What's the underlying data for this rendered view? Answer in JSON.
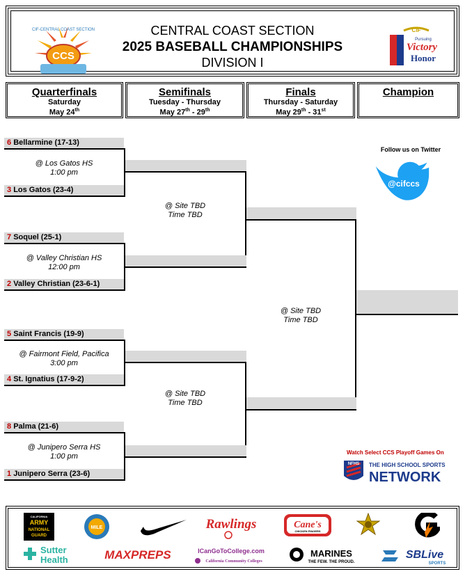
{
  "header": {
    "line1": "CENTRAL COAST SECTION",
    "line2": "2025 BASEBALL CHAMPIONSHIPS",
    "line3": "DIVISION I",
    "ccs_logo_text": "CCS",
    "ccs_ring_text": "CIF-CENTRAL COAST SECTION",
    "cif_logo_text": "CIF",
    "cif_tagline_1": "Pursuing",
    "cif_tagline_2": "Victory",
    "cif_tagline_3": "Honor"
  },
  "rounds": [
    {
      "title": "Quarterfinals",
      "days": "Saturday",
      "dates": "May 24",
      "sup": "th",
      "dates_end": "",
      "sup_end": ""
    },
    {
      "title": "Semifinals",
      "days": "Tuesday - Thursday",
      "dates": "May 27",
      "sup": "th",
      "dates_end": " - 29",
      "sup_end": "th"
    },
    {
      "title": "Finals",
      "days": "Thursday - Saturday",
      "dates": "May 29",
      "sup": "th",
      "dates_end": " - 31",
      "sup_end": "st"
    },
    {
      "title": "Champion",
      "days": "",
      "dates": "",
      "sup": "",
      "dates_end": "",
      "sup_end": ""
    }
  ],
  "quarterfinals": [
    {
      "top": {
        "seed": "6",
        "name": "Bellarmine (17-13)"
      },
      "bottom": {
        "seed": "3",
        "name": "Los Gatos (23-4)"
      },
      "venue": "@ Los Gatos HS",
      "time": "1:00 pm"
    },
    {
      "top": {
        "seed": "7",
        "name": "Soquel (25-1)"
      },
      "bottom": {
        "seed": "2",
        "name": "Valley Christian (23-6-1)"
      },
      "venue": "@ Valley Christian HS",
      "time": "12:00 pm"
    },
    {
      "top": {
        "seed": "5",
        "name": "Saint Francis (19-9)"
      },
      "bottom": {
        "seed": "4",
        "name": "St. Ignatius (17-9-2)"
      },
      "venue": "@ Fairmont Field, Pacifica",
      "time": "3:00 pm"
    },
    {
      "top": {
        "seed": "8",
        "name": "Palma (21-6)"
      },
      "bottom": {
        "seed": "1",
        "name": "Junipero Serra (23-6)"
      },
      "venue": "@ Junipero Serra HS",
      "time": "1:00 pm"
    }
  ],
  "semifinals": [
    {
      "venue": "@ Site TBD",
      "time": "Time TBD"
    },
    {
      "venue": "@ Site TBD",
      "time": "Time TBD"
    }
  ],
  "finals": {
    "venue": "@ Site TBD",
    "time": "Time TBD"
  },
  "social": {
    "follow": "Follow us on Twitter",
    "handle": "@cifccs"
  },
  "nfhs": {
    "watch": "Watch Select CCS Playoff Games On",
    "badge": "NFHS",
    "line1": "THE HIGH SCHOOL SPORTS",
    "line2": "NETWORK"
  },
  "sponsors": {
    "army_1": "CALIFORNIA",
    "army_2": "ARMY",
    "army_3": "NATIONAL",
    "army_4": "GUARD",
    "mile": "MILE",
    "rawlings": "Rawlings",
    "canes": "Cane's",
    "canes_sub": "CHICKEN FINGERS",
    "sutter": "Sutter",
    "sutter_2": "Health",
    "maxpreps": "MAXPREPS",
    "icangoto": "ICanGoToCollege.com",
    "icangoto_sub": "California Community Colleges",
    "marines": "MARINES",
    "marines_sub": "THE FEW. THE PROUD.",
    "sblive": "SBLive",
    "sblive_sub": "SPORTS"
  }
}
